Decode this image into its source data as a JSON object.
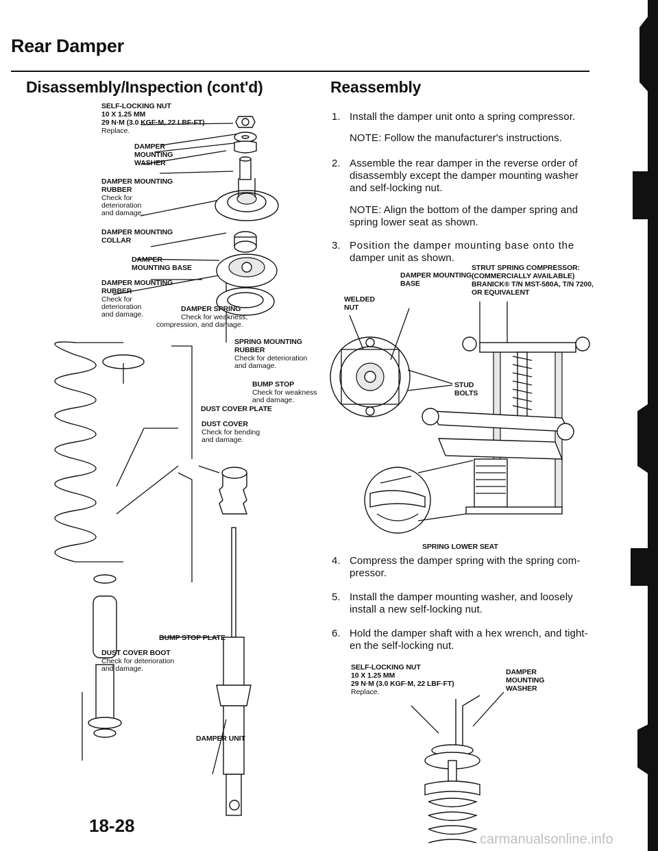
{
  "header": {
    "title": "Rear Damper",
    "left_heading": "Disassembly/Inspection (cont'd)",
    "right_heading": "Reassembly"
  },
  "left_labels": {
    "nut_title": "SELF-LOCKING NUT",
    "nut_spec1": "10 x 1.25 mm",
    "nut_spec2": "29 N·m (3.0 kgf·m, 22 lbf·ft)",
    "nut_replace": "Replace.",
    "washer_1": "DAMPER",
    "washer_2": "MOUNTING",
    "washer_3": "WASHER",
    "rubber_title": "DAMPER MOUNTING",
    "rubber_2": "RUBBER",
    "rubber_note1": "Check for",
    "rubber_note2": "deterioration",
    "rubber_note3": "and damage.",
    "collar_1": "DAMPER MOUNTING",
    "collar_2": "COLLAR",
    "base_1": "DAMPER",
    "base_2": "MOUNTING BASE",
    "rubber2_1": "DAMPER MOUNTING",
    "rubber2_2": "RUBBER",
    "rubber2_note1": "Check for",
    "rubber2_note2": "deterioration",
    "rubber2_note3": "and damage.",
    "spring_title": "DAMPER SPRING",
    "spring_note1": "Check for weakness,",
    "spring_note2": "compression, and damage.",
    "smr_1": "SPRING MOUNTING",
    "smr_2": "RUBBER",
    "smr_note1": "Check for deterioration",
    "smr_note2": "and damage.",
    "bump_title": "BUMP STOP",
    "bump_note1": "Check for weakness",
    "bump_note2": "and damage.",
    "dcp": "DUST COVER PLATE",
    "dc_title": "DUST COVER",
    "dc_note1": "Check for bending",
    "dc_note2": "and damage.",
    "bsp": "BUMP STOP PLATE",
    "boot_title": "DUST COVER BOOT",
    "boot_note1": "Check for deterioration",
    "boot_note2": "and damage.",
    "unit": "DAMPER UNIT"
  },
  "steps": [
    {
      "num": "1.",
      "text": "Install the damper unit onto a spring compressor."
    },
    {
      "num": "",
      "text": "NOTE: Follow the manufacturer's instructions."
    },
    {
      "num": "2.",
      "text1": "Assemble the rear damper in the reverse order of",
      "text2": "disassembly except the damper mounting washer",
      "text3": "and self-locking nut."
    },
    {
      "num": "",
      "text1": "NOTE: Align the bottom of the damper spring and",
      "text2": "spring lower seat as shown."
    },
    {
      "num": "3.",
      "text1": "Position the damper mounting base onto the",
      "text2": "damper unit as shown."
    },
    {
      "num": "4.",
      "text1": "Compress the damper spring with the spring com-",
      "text2": "pressor."
    },
    {
      "num": "5.",
      "text1": "Install the damper mounting washer, and loosely",
      "text2": "install a new self-locking nut."
    },
    {
      "num": "6.",
      "text1": "Hold the damper shaft with a hex wrench, and tight-",
      "text2": "en the self-locking nut."
    }
  ],
  "right_labels": {
    "dmb_1": "DAMPER MOUNTING",
    "dmb_2": "BASE",
    "ssc_1": "STRUT SPRING COMPRESSOR:",
    "ssc_2": "(Commercially available)",
    "ssc_3": "BRANICK® T/N MST-580A, T/N 7200,",
    "ssc_4": "or equivalent",
    "welded_1": "WELDED",
    "welded_2": "NUT",
    "stud_1": "STUD",
    "stud_2": "BOLTS",
    "lower_seat": "SPRING LOWER SEAT",
    "nut_title": "SELF-LOCKING NUT",
    "nut_spec1": "10 x 1.25 mm",
    "nut_spec2": "29 N·m (3.0 kgf·m, 22 lbf·ft)",
    "nut_replace": "Replace.",
    "washer_1": "DAMPER",
    "washer_2": "MOUNTING",
    "washer_3": "WASHER"
  },
  "footer": {
    "page_number": "18-28",
    "watermark": "carmanualsonline.info"
  }
}
